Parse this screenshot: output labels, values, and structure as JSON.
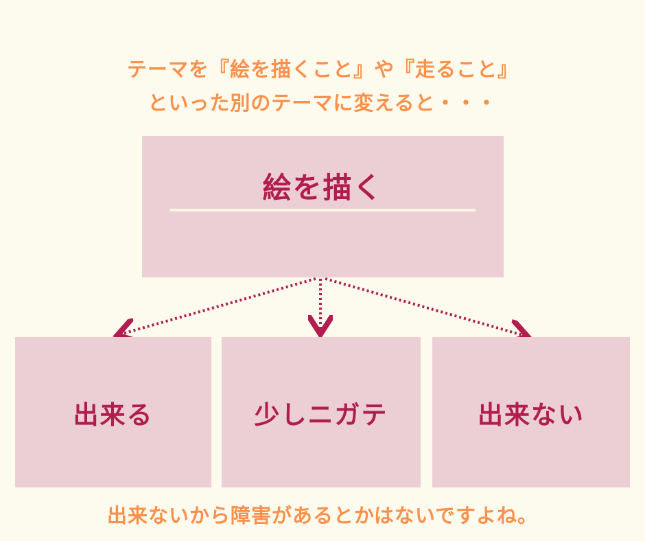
{
  "colors": {
    "background": "#fdfaee",
    "accent_orange": "#f9914b",
    "accent_crimson": "#b01d4e",
    "box_pink": "#eccfd5",
    "underline_cream": "#faf5e4"
  },
  "heading": {
    "line1": "テーマを『絵を描くこと』や『走ること』",
    "line2": "といった別のテーマに変えると・・・"
  },
  "main_box": {
    "label": "絵を描く"
  },
  "child_boxes": [
    {
      "label": "出来る"
    },
    {
      "label": "少しニガテ"
    },
    {
      "label": "出来ない"
    }
  ],
  "caption": "出来ないから障害があるとかはないですよね。"
}
